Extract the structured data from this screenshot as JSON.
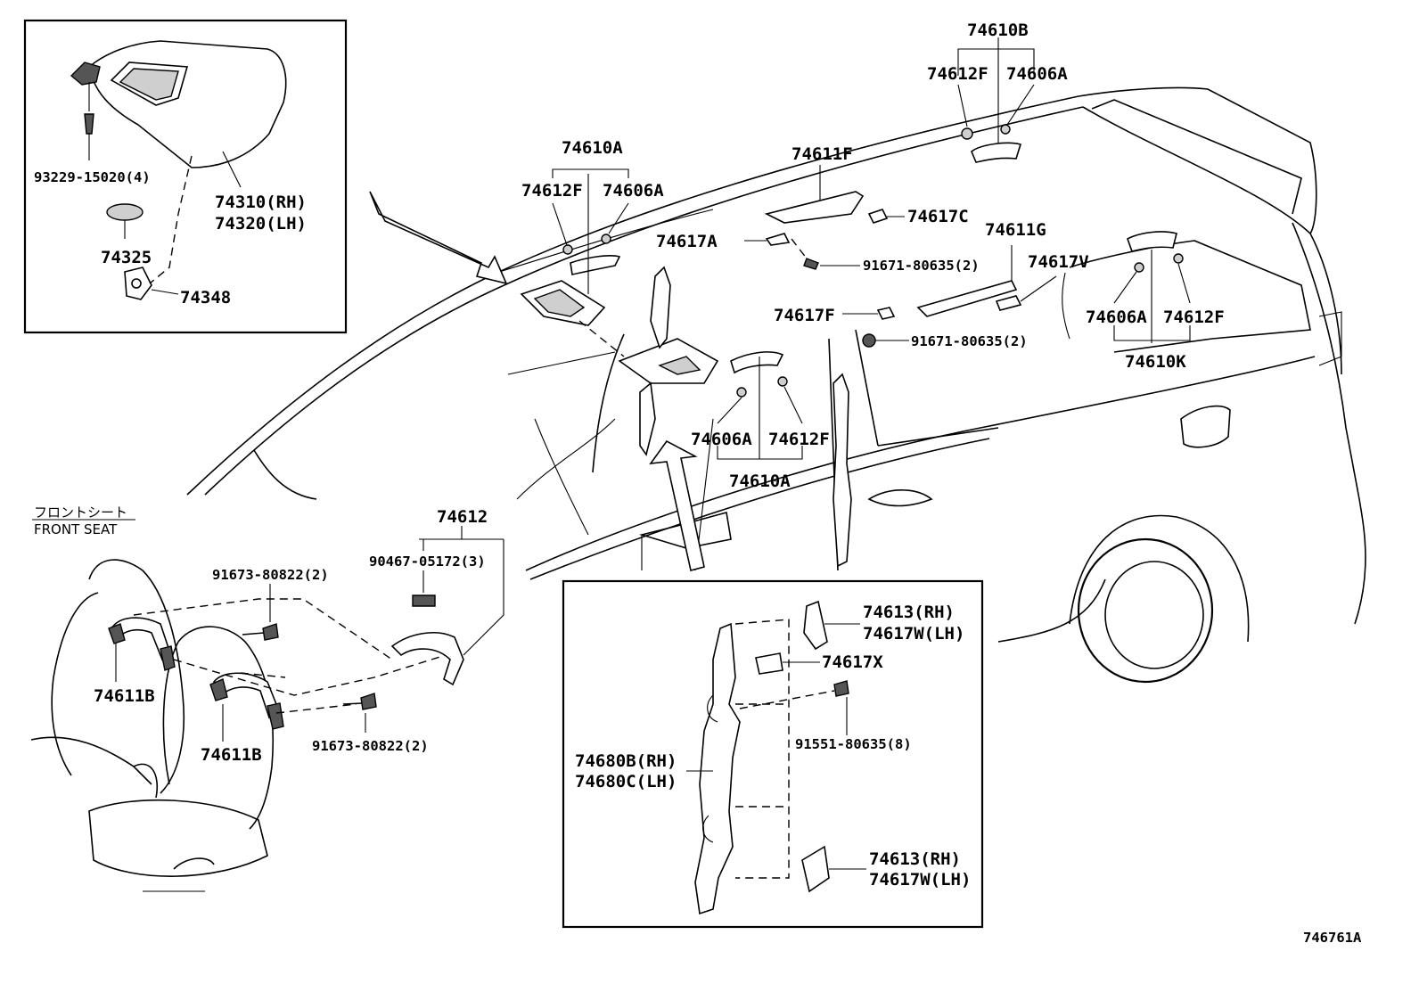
{
  "diagram_id": "746761A",
  "front_seat_label_jp": "フロントシート",
  "front_seat_label_en": "FRONT SEAT",
  "labels": {
    "p74610B": "74610B",
    "p74612F_top": "74612F",
    "p74606A_top": "74606A",
    "p74611F": "74611F",
    "p74617C": "74617C",
    "p74610A_top": "74610A",
    "p74612F_left": "74612F",
    "p74606A_left": "74606A",
    "p74617A": "74617A",
    "p91671_a": "91671-80635(2)",
    "p74611G": "74611G",
    "p74617V": "74617V",
    "p74617F": "74617F",
    "p91671_b": "91671-80635(2)",
    "p74606A_right": "74606A",
    "p74612F_right": "74612F",
    "p74610K": "74610K",
    "p74606A_mid": "74606A",
    "p74612F_mid": "74612F",
    "p74610A_mid": "74610A",
    "p93229": "93229-15020(4)",
    "p74310": "74310(RH)",
    "p74320": "74320(LH)",
    "p74325": "74325",
    "p74348": "74348",
    "p74612": "74612",
    "p91673_top": "91673-80822(2)",
    "p90467": "90467-05172(3)",
    "p74611B_a": "74611B",
    "p74611B_b": "74611B",
    "p91673_bot": "91673-80822(2)",
    "p74613_top_rh": "74613(RH)",
    "p74617W_top_lh": "74617W(LH)",
    "p74617X": "74617X",
    "p91551": "91551-80635(8)",
    "p74680B": "74680B(RH)",
    "p74680C": "74680C(LH)",
    "p74613_bot_rh": "74613(RH)",
    "p74617W_bot_lh": "74617W(LH)"
  }
}
